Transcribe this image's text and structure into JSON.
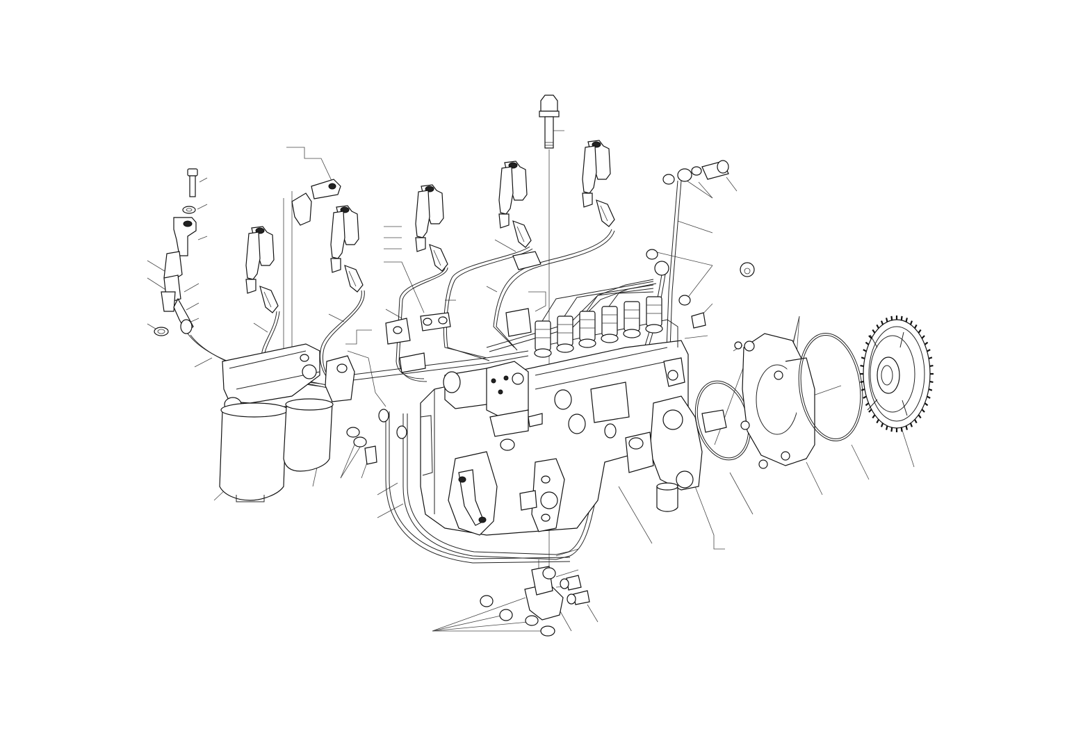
{
  "diagram": {
    "colors": {
      "line": "#222222",
      "background": "#ffffff",
      "fill": "#ffffff"
    },
    "parts": [
      "injector-1",
      "injector-2",
      "injector-3",
      "injector-4",
      "injector-5",
      "injector-6",
      "long-bolt",
      "injection-pump",
      "fuel-filter-1",
      "fuel-filter-2",
      "timing-gear",
      "gasket",
      "adapter-flange",
      "o-ring",
      "mounting-bracket"
    ]
  }
}
